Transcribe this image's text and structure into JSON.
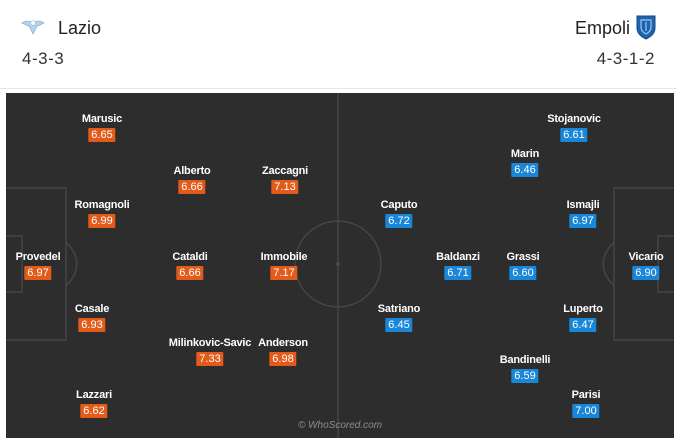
{
  "home": {
    "name": "Lazio",
    "formation": "4-3-3",
    "crest_icon": "lazio-eagle-crest-icon",
    "rating_color": "#e35b1b",
    "players": [
      {
        "name": "Marusic",
        "rating": "6.65"
      },
      {
        "name": "Alberto",
        "rating": "6.66"
      },
      {
        "name": "Zaccagni",
        "rating": "7.13"
      },
      {
        "name": "Romagnoli",
        "rating": "6.99"
      },
      {
        "name": "Provedel",
        "rating": "6.97"
      },
      {
        "name": "Cataldi",
        "rating": "6.66"
      },
      {
        "name": "Immobile",
        "rating": "7.17"
      },
      {
        "name": "Casale",
        "rating": "6.93"
      },
      {
        "name": "Milinkovic-Savic",
        "rating": "7.33"
      },
      {
        "name": "Anderson",
        "rating": "6.98"
      },
      {
        "name": "Lazzari",
        "rating": "6.62"
      }
    ]
  },
  "away": {
    "name": "Empoli",
    "formation": "4-3-1-2",
    "crest_icon": "empoli-shield-crest-icon",
    "rating_color": "#1a86d8",
    "players": [
      {
        "name": "Stojanovic",
        "rating": "6.61"
      },
      {
        "name": "Marin",
        "rating": "6.46"
      },
      {
        "name": "Caputo",
        "rating": "6.72"
      },
      {
        "name": "Ismajli",
        "rating": "6.97"
      },
      {
        "name": "Baldanzi",
        "rating": "6.71"
      },
      {
        "name": "Grassi",
        "rating": "6.60"
      },
      {
        "name": "Vicario",
        "rating": "6.90"
      },
      {
        "name": "Satriano",
        "rating": "6.45"
      },
      {
        "name": "Luperto",
        "rating": "6.47"
      },
      {
        "name": "Bandinelli",
        "rating": "6.59"
      },
      {
        "name": "Parisi",
        "rating": "7.00"
      }
    ]
  },
  "pitch": {
    "background": "#2d2d2d",
    "line_color": "#4a4a4a"
  },
  "watermark": "© WhoScored.com"
}
